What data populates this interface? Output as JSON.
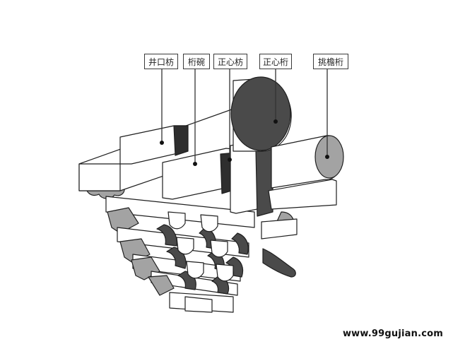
{
  "labels": {
    "jingkoufang": "井口枋",
    "hengwan": "桁碗",
    "zhengxinfang": "正心枋",
    "zhengxinheng": "正心桁",
    "tiaoyanheng": "挑檐桁"
  },
  "watermark": "www.99gujian.com",
  "colors": {
    "light": "#ffffff",
    "mid": "#9c9c9c",
    "dark": "#4a4a4a",
    "darker": "#3a3a3a",
    "outline": "#1f1f1f"
  }
}
